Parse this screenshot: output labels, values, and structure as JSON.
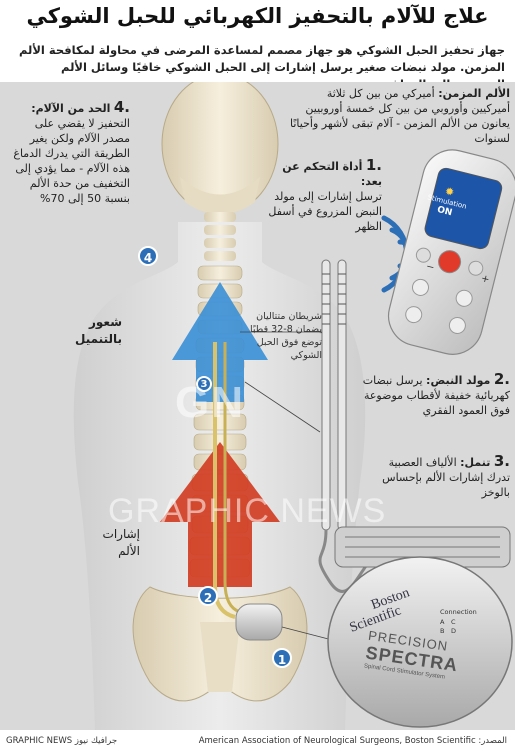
{
  "title": "علاج للآلام بالتحفيز الكهربائي للحبل الشوكي",
  "intro": "جهاز تحفيز الحبل الشوكي هو جهاز مصمم لمساعدة المرضى في محاولة لمكافحة الألم المزمن. مولد نبضات صغير يرسل إشارات إلى الحبل الشوكي خافيًا وسائل الألم المتوجهة إلى الدماغ",
  "chronic": {
    "heading": "الألم المزمن:",
    "text": "أميركي من بين كل ثلاثة أميركيين وأوروبي من بين كل خمسة أوروبيين يعانون من الألم المزمن - آلام تبقى لأشهر وأحيانًا لسنوات"
  },
  "step1": {
    "num": ".1",
    "heading": "أداة التحكم عن بعد:",
    "text": "ترسل إشارات إلى مولد النبض المزروع في أسفل الظهر"
  },
  "step2": {
    "num": ".2",
    "heading": "مولد النبض:",
    "text": "يرسل نبضات كهربائية خفيفة لأقطاب موضوعة فوق العمود الفقري"
  },
  "step3": {
    "num": ".3",
    "heading": "تنمل:",
    "text": "الألياف العصبية تدرك إشارات الألم بإحساس بالوخز"
  },
  "step4": {
    "num": ".4",
    "heading": "الحد من الآلام:",
    "text": "التحفيز لا يقضي على مصدر الآلام ولكن يغير الطريقة التي يدرك الدماغ هذه الآلام - مما يؤدي إلى التخفيف من حدة الألم بنسبة 50 إلى 70%"
  },
  "leads_note": "شريطان متتاليان يضمان 8-32 قطبًا توضع فوق الحبل الشوكي",
  "tingling_label": "شعور بالتنميل",
  "pain_label": "إشارات الألم",
  "remote": {
    "screen_line1": "Stimulation",
    "screen_line2": "ON",
    "plus": "+",
    "minus": "−"
  },
  "device": {
    "brand_line1": "Boston",
    "brand_line2": "Scientific",
    "model_line1": "PRECISION",
    "model_line2": "SPECTRA",
    "model_line3": "Spinal Cord Stimulator System",
    "connection_label": "Connection",
    "ports": [
      "A",
      "B",
      "C",
      "D"
    ]
  },
  "markers": [
    "1",
    "2",
    "3",
    "4"
  ],
  "watermark1": "GN",
  "watermark2": "GRAPHIC NEWS",
  "footer": {
    "source": "المصدر: American Association of Neurological Surgeons, Boston Scientific",
    "credit": "جرافيك نيوز GRAPHIC NEWS"
  },
  "colors": {
    "marker": "#2d6fb7",
    "pain_arrow": "#d23a1f",
    "tingle_arrow": "#3a8fd6",
    "lead": "#d9c26a",
    "background": "#d9d9d9"
  }
}
